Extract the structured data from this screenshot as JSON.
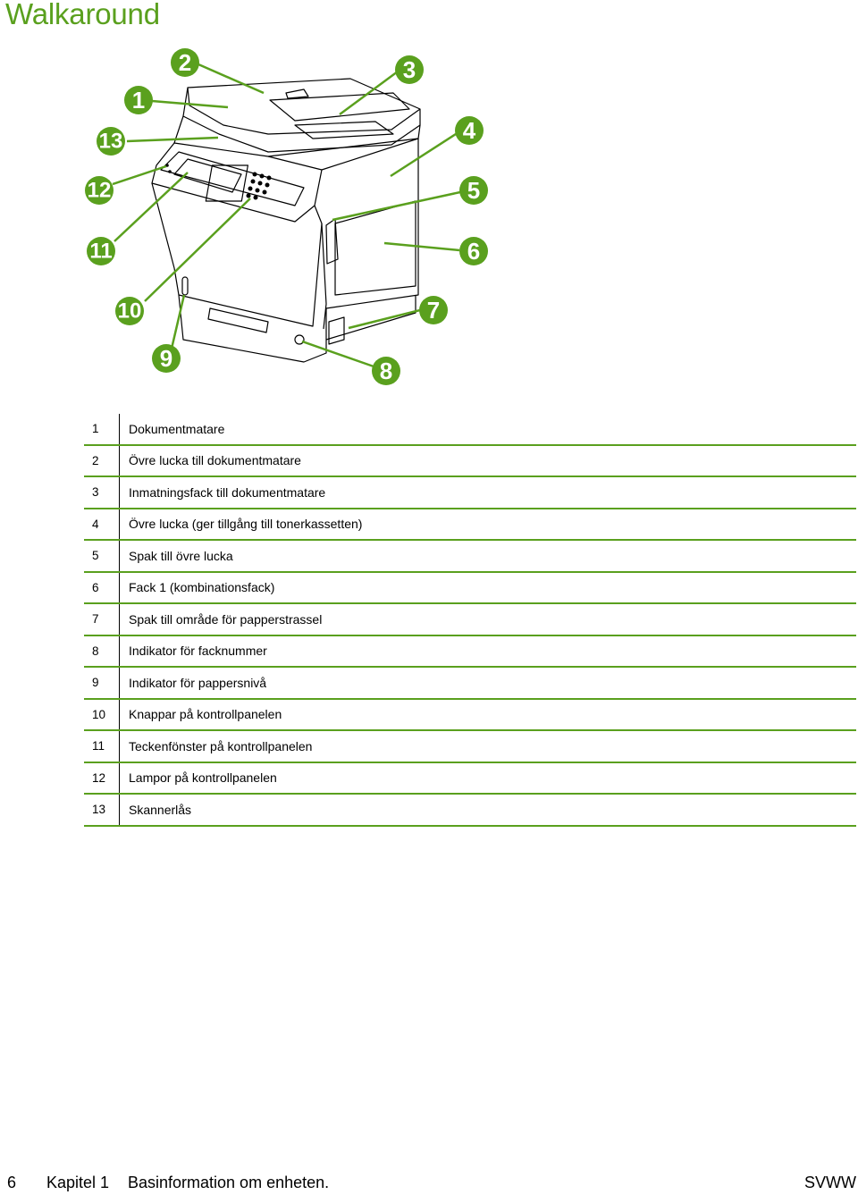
{
  "page_title": "Walkaround",
  "callouts": [
    {
      "num": "1"
    },
    {
      "num": "2"
    },
    {
      "num": "3"
    },
    {
      "num": "4"
    },
    {
      "num": "5"
    },
    {
      "num": "6"
    },
    {
      "num": "7"
    },
    {
      "num": "8"
    },
    {
      "num": "9"
    },
    {
      "num": "10"
    },
    {
      "num": "11"
    },
    {
      "num": "12"
    },
    {
      "num": "13"
    }
  ],
  "parts": [
    {
      "num": "1",
      "label": "Dokumentmatare"
    },
    {
      "num": "2",
      "label": "Övre lucka till dokumentmatare"
    },
    {
      "num": "3",
      "label": "Inmatningsfack till dokumentmatare"
    },
    {
      "num": "4",
      "label": "Övre lucka (ger tillgång till tonerkassetten)"
    },
    {
      "num": "5",
      "label": "Spak till övre lucka"
    },
    {
      "num": "6",
      "label": "Fack 1 (kombinationsfack)"
    },
    {
      "num": "7",
      "label": "Spak till område för papperstrassel"
    },
    {
      "num": "8",
      "label": "Indikator för facknummer"
    },
    {
      "num": "9",
      "label": "Indikator för pappersnivå"
    },
    {
      "num": "10",
      "label": "Knappar på kontrollpanelen"
    },
    {
      "num": "11",
      "label": "Teckenfönster på kontrollpanelen"
    },
    {
      "num": "12",
      "label": "Lampor på kontrollpanelen"
    },
    {
      "num": "13",
      "label": "Skannerlås"
    }
  ],
  "footer": {
    "page_number": "6",
    "chapter": "Kapitel 1",
    "chapter_title": "Basinformation om enheten.",
    "doc_code": "SVWW"
  },
  "colors": {
    "accent": "#5aa01e",
    "callout_fill": "#5aa01e",
    "text": "#000000"
  }
}
